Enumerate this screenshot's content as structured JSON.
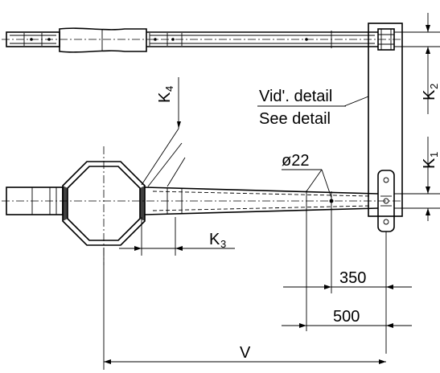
{
  "labels": {
    "detail_sk": "Vid'. detail",
    "detail_en": "See detail",
    "diameter": "ø22",
    "dim_350": "350",
    "dim_500": "500",
    "dim_v": "V",
    "k1": "K",
    "k1_sub": "1",
    "k2": "K",
    "k2_sub": "2",
    "k3": "K",
    "k3_sub": "3",
    "k4": "K",
    "k4_sub": "4"
  }
}
